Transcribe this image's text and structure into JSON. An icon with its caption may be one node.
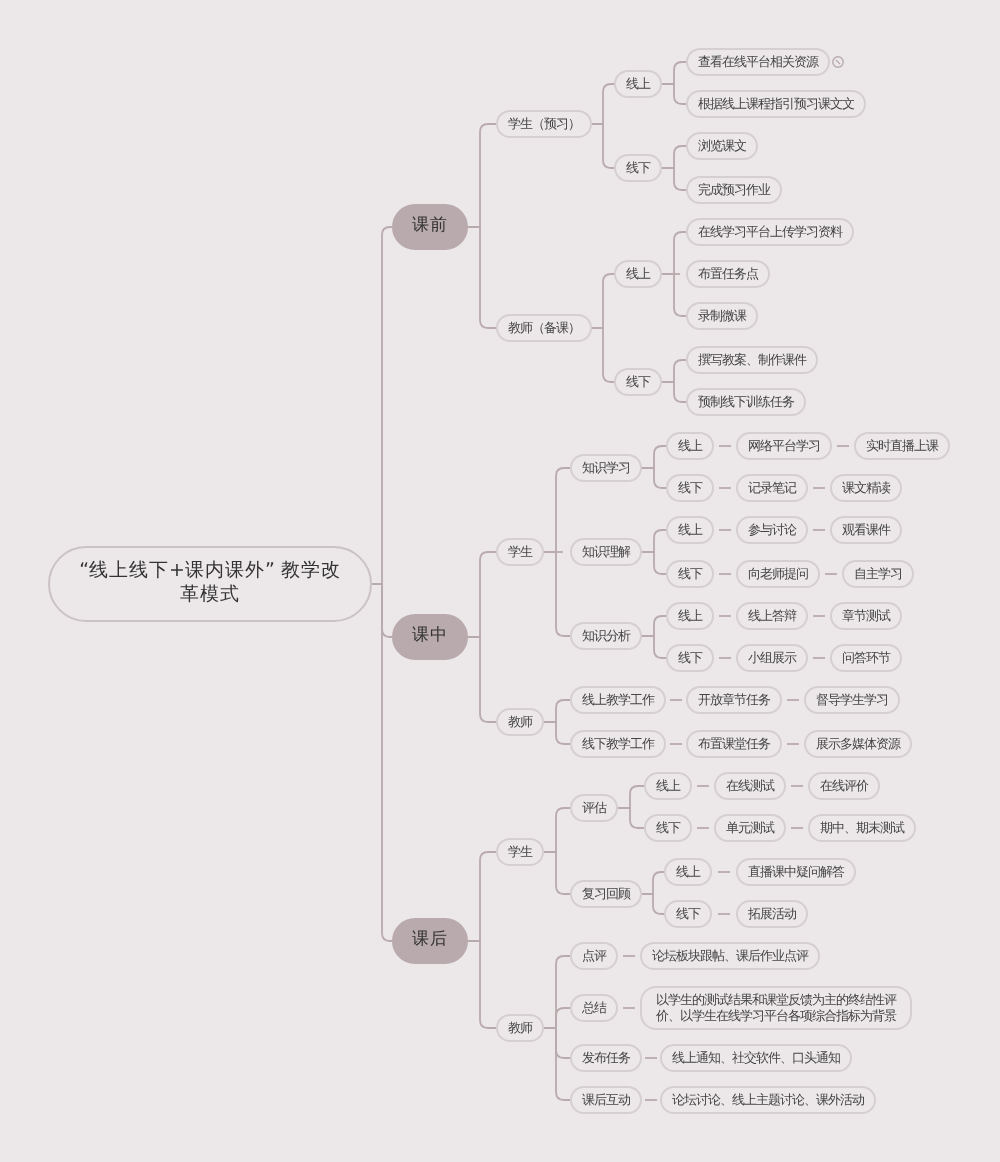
{
  "diagram": {
    "nodes": [
      {
        "text": [
          "“线上线下+课内课外” 教学改革模式"
        ]
      },
      {
        "text": [
          "课前"
        ]
      },
      {
        "text": [
          "学生（预习）"
        ]
      },
      {
        "text": [
          "线上"
        ]
      },
      {
        "text": [
          "查看在线平台相关资源"
        ]
      },
      {
        "text": [
          "根据线上课程指引预习课文文"
        ]
      },
      {
        "text": [
          "线下"
        ]
      },
      {
        "text": [
          "浏览课文"
        ]
      },
      {
        "text": [
          "完成预习作业"
        ]
      },
      {
        "text": [
          "教师（备课）"
        ]
      },
      {
        "text": [
          "线上"
        ]
      },
      {
        "text": [
          "在线学习平台上传学习资料"
        ]
      },
      {
        "text": [
          "布置任务点"
        ]
      },
      {
        "text": [
          "录制微课"
        ]
      },
      {
        "text": [
          "线下"
        ]
      },
      {
        "text": [
          "撰写教案、制作课件"
        ]
      },
      {
        "text": [
          "预制线下训练任务"
        ]
      },
      {
        "text": [
          "课中"
        ]
      },
      {
        "text": [
          "学生"
        ]
      },
      {
        "text": [
          "知识学习"
        ]
      },
      {
        "text": [
          "线上"
        ]
      },
      {
        "text": [
          "网络平台学习"
        ]
      },
      {
        "text": [
          "实时直播上课"
        ]
      },
      {
        "text": [
          "线下"
        ]
      },
      {
        "text": [
          "记录笔记"
        ]
      },
      {
        "text": [
          "课文精读"
        ]
      },
      {
        "text": [
          "知识理解"
        ]
      },
      {
        "text": [
          "线上"
        ]
      },
      {
        "text": [
          "参与讨论"
        ]
      },
      {
        "text": [
          "观看课件"
        ]
      },
      {
        "text": [
          "线下"
        ]
      },
      {
        "text": [
          "向老师提问"
        ]
      },
      {
        "text": [
          "自主学习"
        ]
      },
      {
        "text": [
          "知识分析"
        ]
      },
      {
        "text": [
          "线上"
        ]
      },
      {
        "text": [
          "线上答辩"
        ]
      },
      {
        "text": [
          "章节测试"
        ]
      },
      {
        "text": [
          "线下"
        ]
      },
      {
        "text": [
          "小组展示"
        ]
      },
      {
        "text": [
          "问答环节"
        ]
      },
      {
        "text": [
          "教师"
        ]
      },
      {
        "text": [
          "线上教学工作"
        ]
      },
      {
        "text": [
          "开放章节任务"
        ]
      },
      {
        "text": [
          "督导学生学习"
        ]
      },
      {
        "text": [
          "线下教学工作"
        ]
      },
      {
        "text": [
          "布置课堂任务"
        ]
      },
      {
        "text": [
          "展示多媒体资源"
        ]
      },
      {
        "text": [
          "课后"
        ]
      },
      {
        "text": [
          "学生"
        ]
      },
      {
        "text": [
          "评估"
        ]
      },
      {
        "text": [
          "线上"
        ]
      },
      {
        "text": [
          "在线测试"
        ]
      },
      {
        "text": [
          "在线评价"
        ]
      },
      {
        "text": [
          "线下"
        ]
      },
      {
        "text": [
          "单元测试"
        ]
      },
      {
        "text": [
          "期中、期末测试"
        ]
      },
      {
        "text": [
          "复习回顾"
        ]
      },
      {
        "text": [
          "线上"
        ]
      },
      {
        "text": [
          "直播课中疑问解答"
        ]
      },
      {
        "text": [
          "线下"
        ]
      },
      {
        "text": [
          "拓展活动"
        ]
      },
      {
        "text": [
          "教师"
        ]
      },
      {
        "text": [
          "点评"
        ]
      },
      {
        "text": [
          "论坛板块跟帖、课后作业点评"
        ]
      },
      {
        "text": [
          "总结"
        ]
      },
      {
        "text": [
          "以学生的测试结果和课堂反馈为主的终结性评价、以学生在线学习平台各项综合指标为背景"
        ]
      },
      {
        "text": [
          "发布任务"
        ]
      },
      {
        "text": [
          "线上通知、社交软件、口头通知"
        ]
      },
      {
        "text": [
          "课后互动"
        ]
      },
      {
        "text": [
          "论坛讨论、线上主题讨论、课外活动"
        ]
      }
    ],
    "edges": [
      {
        "from": 0,
        "to": 1,
        "arrow": "none"
      },
      {
        "from": 1,
        "to": 2,
        "arrow": "none"
      },
      {
        "from": 2,
        "to": 3,
        "arrow": "none"
      },
      {
        "from": 3,
        "to": 4,
        "arrow": "none"
      },
      {
        "from": 3,
        "to": 5,
        "arrow": "none"
      },
      {
        "from": 2,
        "to": 6,
        "arrow": "none"
      },
      {
        "from": 6,
        "to": 7,
        "arrow": "none"
      },
      {
        "from": 6,
        "to": 8,
        "arrow": "none"
      },
      {
        "from": 1,
        "to": 9,
        "arrow": "none"
      },
      {
        "from": 9,
        "to": 10,
        "arrow": "none"
      },
      {
        "from": 10,
        "to": 11,
        "arrow": "none"
      },
      {
        "from": 10,
        "to": 12,
        "arrow": "none"
      },
      {
        "from": 10,
        "to": 13,
        "arrow": "none"
      },
      {
        "from": 9,
        "to": 14,
        "arrow": "none"
      },
      {
        "from": 14,
        "to": 15,
        "arrow": "none"
      },
      {
        "from": 14,
        "to": 16,
        "arrow": "none"
      },
      {
        "from": 0,
        "to": 17,
        "arrow": "none"
      },
      {
        "from": 17,
        "to": 18,
        "arrow": "none"
      },
      {
        "from": 18,
        "to": 19,
        "arrow": "none"
      },
      {
        "from": 19,
        "to": 20,
        "arrow": "none"
      },
      {
        "from": 20,
        "to": 21,
        "arrow": "none"
      },
      {
        "from": 21,
        "to": 22,
        "arrow": "none"
      },
      {
        "from": 19,
        "to": 23,
        "arrow": "none"
      },
      {
        "from": 23,
        "to": 24,
        "arrow": "none"
      },
      {
        "from": 24,
        "to": 25,
        "arrow": "none"
      },
      {
        "from": 18,
        "to": 26,
        "arrow": "none"
      },
      {
        "from": 26,
        "to": 27,
        "arrow": "none"
      },
      {
        "from": 27,
        "to": 28,
        "arrow": "none"
      },
      {
        "from": 28,
        "to": 29,
        "arrow": "none"
      },
      {
        "from": 26,
        "to": 30,
        "arrow": "none"
      },
      {
        "from": 30,
        "to": 31,
        "arrow": "none"
      },
      {
        "from": 31,
        "to": 32,
        "arrow": "none"
      },
      {
        "from": 18,
        "to": 33,
        "arrow": "none"
      },
      {
        "from": 33,
        "to": 34,
        "arrow": "none"
      },
      {
        "from": 34,
        "to": 35,
        "arrow": "none"
      },
      {
        "from": 35,
        "to": 36,
        "arrow": "none"
      },
      {
        "from": 33,
        "to": 37,
        "arrow": "none"
      },
      {
        "from": 37,
        "to": 38,
        "arrow": "none"
      },
      {
        "from": 38,
        "to": 39,
        "arrow": "none"
      },
      {
        "from": 17,
        "to": 40,
        "arrow": "none"
      },
      {
        "from": 40,
        "to": 41,
        "arrow": "none"
      },
      {
        "from": 41,
        "to": 42,
        "arrow": "none"
      },
      {
        "from": 42,
        "to": 43,
        "arrow": "none"
      },
      {
        "from": 40,
        "to": 44,
        "arrow": "none"
      },
      {
        "from": 44,
        "to": 45,
        "arrow": "none"
      },
      {
        "from": 45,
        "to": 46,
        "arrow": "none"
      },
      {
        "from": 0,
        "to": 47,
        "arrow": "none"
      },
      {
        "from": 47,
        "to": 48,
        "arrow": "none"
      },
      {
        "from": 48,
        "to": 49,
        "arrow": "none"
      },
      {
        "from": 49,
        "to": 50,
        "arrow": "none"
      },
      {
        "from": 50,
        "to": 51,
        "arrow": "none"
      },
      {
        "from": 51,
        "to": 52,
        "arrow": "none"
      },
      {
        "from": 49,
        "to": 53,
        "arrow": "none"
      },
      {
        "from": 53,
        "to": 54,
        "arrow": "none"
      },
      {
        "from": 54,
        "to": 55,
        "arrow": "none"
      },
      {
        "from": 48,
        "to": 56,
        "arrow": "none"
      },
      {
        "from": 56,
        "to": 57,
        "arrow": "none"
      },
      {
        "from": 57,
        "to": 58,
        "arrow": "none"
      },
      {
        "from": 56,
        "to": 59,
        "arrow": "none"
      },
      {
        "from": 59,
        "to": 60,
        "arrow": "none"
      },
      {
        "from": 47,
        "to": 61,
        "arrow": "none"
      },
      {
        "from": 61,
        "to": 62,
        "arrow": "none"
      },
      {
        "from": 62,
        "to": 63,
        "arrow": "none"
      },
      {
        "from": 61,
        "to": 64,
        "arrow": "none"
      },
      {
        "from": 64,
        "to": 65,
        "arrow": "none"
      },
      {
        "from": 61,
        "to": 66,
        "arrow": "none"
      },
      {
        "from": 66,
        "to": 67,
        "arrow": "none"
      },
      {
        "from": 61,
        "to": 68,
        "arrow": "none"
      },
      {
        "from": 68,
        "to": 69,
        "arrow": "none"
      }
    ]
  }
}
